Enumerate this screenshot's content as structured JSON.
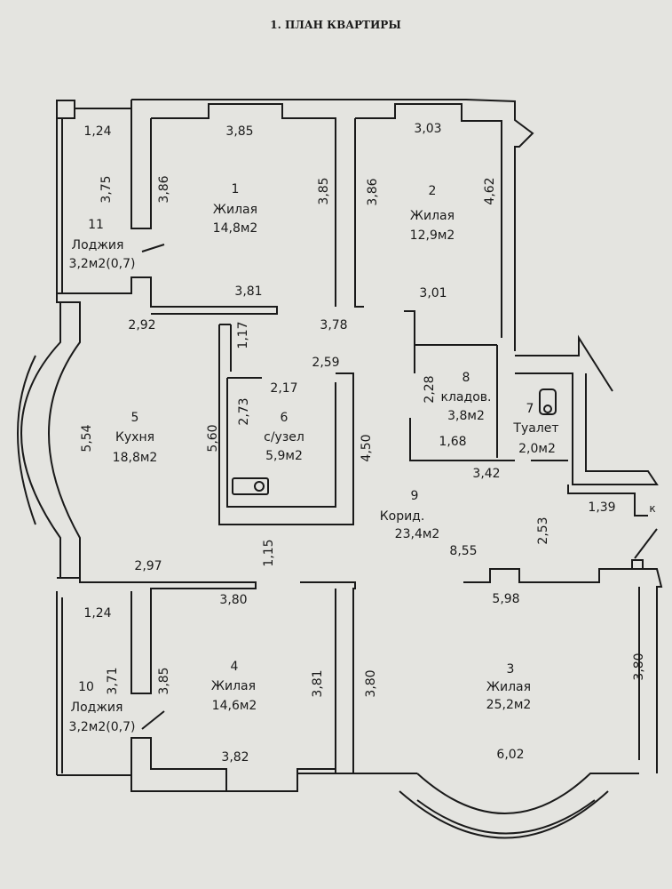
{
  "title": "1. ПЛАН КВАРТИРЫ",
  "rooms": [
    {
      "num": "1",
      "name": "Жилая",
      "area": "14,8м2"
    },
    {
      "num": "2",
      "name": "Жилая",
      "area": "12,9м2"
    },
    {
      "num": "3",
      "name": "Жилая",
      "area": "25,2м2"
    },
    {
      "num": "4",
      "name": "Жилая",
      "area": "14,6м2"
    },
    {
      "num": "5",
      "name": "Кухня",
      "area": "18,8м2"
    },
    {
      "num": "6",
      "name": "с/узел",
      "area": "5,9м2"
    },
    {
      "num": "7",
      "name": "Туалет",
      "area": "2,0м2"
    },
    {
      "num": "8",
      "name": "кладов.",
      "area": "3,8м2"
    },
    {
      "num": "9",
      "name": "Корид.",
      "area": "23,4м2"
    },
    {
      "num": "10",
      "name": "Лоджия",
      "area": "3,2м2(0,7)"
    },
    {
      "num": "11",
      "name": "Лоджия",
      "area": "3,2м2(0,7)"
    }
  ],
  "dims_h": [
    "1,24",
    "3,85",
    "3,03",
    "3,81",
    "3,01",
    "2,92",
    "3,78",
    "2,59",
    "2,17",
    "1,68",
    "3,42",
    "1,39",
    "8,55",
    "2,97",
    "3,80",
    "5,98",
    "1,24",
    "3,82",
    "6,02"
  ],
  "dims_v": [
    "3,75",
    "3,86",
    "3,85",
    "3,86",
    "4,62",
    "1,17",
    "2,28",
    "2,73",
    "5,54",
    "5,60",
    "4,50",
    "2,53",
    "1,15",
    "3,71",
    "3,85",
    "3,81",
    "3,80",
    "3,80"
  ],
  "edge_fragment": "к"
}
